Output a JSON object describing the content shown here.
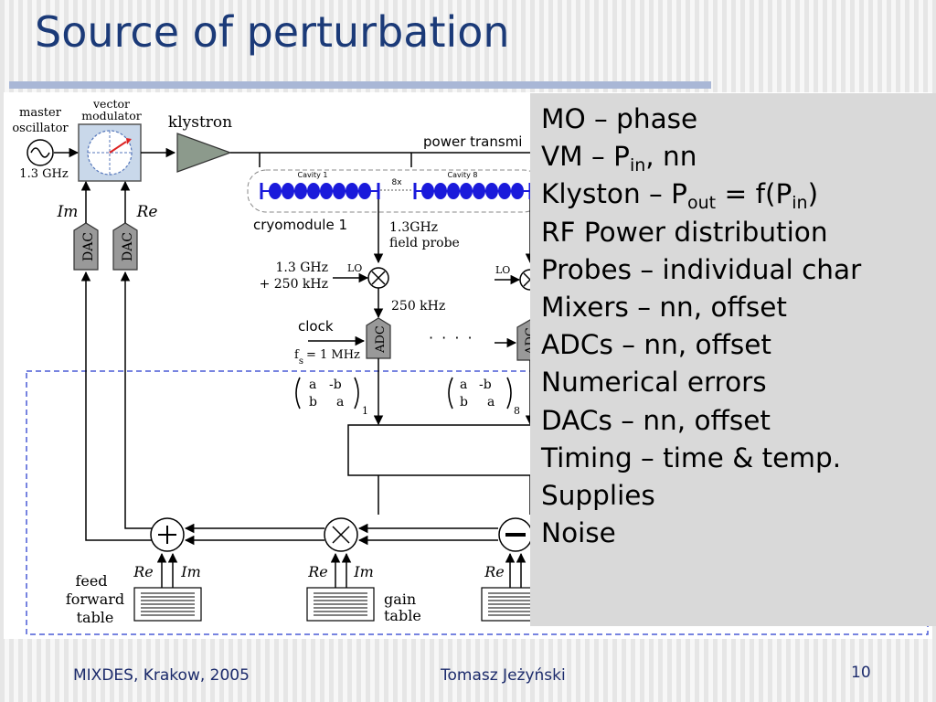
{
  "slide": {
    "title": "Source of perturbation",
    "footer_left": "MIXDES, Krakow, 2005",
    "footer_center": "Tomasz Jeżyński",
    "footer_page": "10"
  },
  "diagram": {
    "master_oscillator_line1": "master",
    "master_oscillator_line2": "oscillator",
    "master_freq": "1.3 GHz",
    "vector_modulator_line1": "vector",
    "vector_modulator_line2": "modulator",
    "klystron": "klystron",
    "power_transmission": "power transmi",
    "cavity_1": "Cavity 1",
    "cavity_8": "Cavity 8",
    "cavity_count": "8x",
    "cryomodule": "cryomodule 1",
    "field_probe_line1": "1.3GHz",
    "field_probe_line2": "field probe",
    "lo_freq_line1": "1.3 GHz",
    "lo_freq_line2": "+ 250 kHz",
    "lo": "LO",
    "lo_2": "LO",
    "if_freq": "250 kHz",
    "clock": "clock",
    "fs": "f",
    "fs_sub": "s",
    "fs_value": "= 1 MHz",
    "adc": "ADC",
    "adc_2": "ADC",
    "dots": "· · · ·",
    "dac": "DAC",
    "im": "Im",
    "re": "Re",
    "matrix_a": "a",
    "matrix_minus_b": "-b",
    "matrix_b": "b",
    "matrix_sub_1": "1",
    "matrix_sub_8": "8",
    "feed_forward_line1": "feed",
    "feed_forward_line2": "forward",
    "feed_forward_line3": "table",
    "gain_table_line1": "gain",
    "gain_table_line2": "table"
  },
  "perturbations": [
    {
      "pre": "MO – phase",
      "sub": "",
      "post": "",
      "sub2": "",
      "post2": ""
    },
    {
      "pre": "VM – P",
      "sub": "in",
      "post": ", nn",
      "sub2": "",
      "post2": ""
    },
    {
      "pre": "Klyston – P",
      "sub": "out",
      "post": " = f(P",
      "sub2": "in",
      "post2": ")"
    },
    {
      "pre": "RF Power distribution",
      "sub": "",
      "post": "",
      "sub2": "",
      "post2": ""
    },
    {
      "pre": "Probes – individual char",
      "sub": "",
      "post": "",
      "sub2": "",
      "post2": ""
    },
    {
      "pre": "Mixers – nn, offset",
      "sub": "",
      "post": "",
      "sub2": "",
      "post2": ""
    },
    {
      "pre": "ADCs – nn, offset",
      "sub": "",
      "post": "",
      "sub2": "",
      "post2": ""
    },
    {
      "pre": "Numerical errors",
      "sub": "",
      "post": "",
      "sub2": "",
      "post2": ""
    },
    {
      "pre": "DACs – nn, offset",
      "sub": "",
      "post": "",
      "sub2": "",
      "post2": ""
    },
    {
      "pre": "Timing – time & temp.",
      "sub": "",
      "post": "",
      "sub2": "",
      "post2": ""
    },
    {
      "pre": "Supplies",
      "sub": "",
      "post": "",
      "sub2": "",
      "post2": ""
    },
    {
      "pre": "Noise",
      "sub": "",
      "post": "",
      "sub2": "",
      "post2": ""
    }
  ],
  "colors": {
    "title": "#1b3a78",
    "footer": "#1b2a6b",
    "accent_bar": "#a9b7d6",
    "cavity": "#1a1adb",
    "dashed_box": "#4a5bd6",
    "list_panel": "#d9d9d9"
  }
}
